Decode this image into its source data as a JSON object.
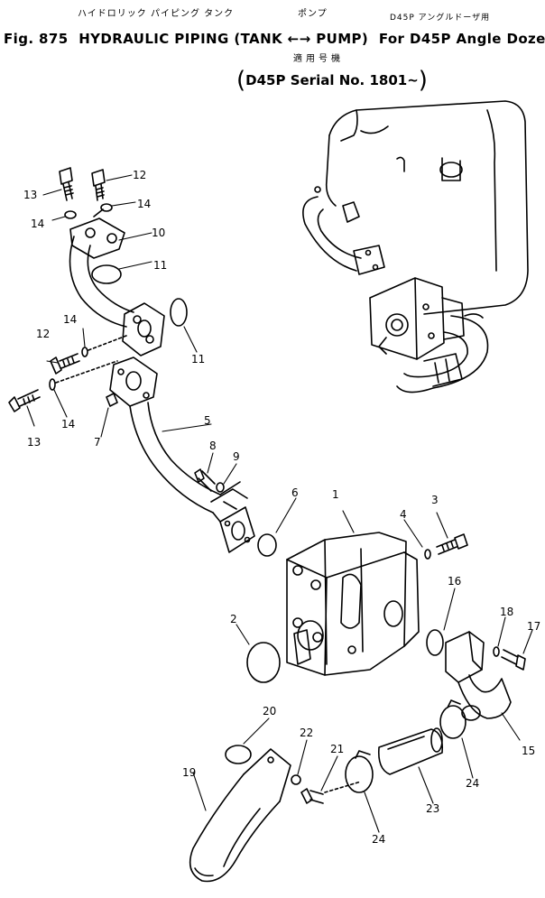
{
  "header": {
    "jp_title_left": "ハイドロリック パイピング タンク",
    "jp_title_mid": "ポンプ",
    "jp_model": "D45P アングルドーザ用",
    "fig_number": "Fig. 875",
    "title_main": "HYDRAULIC PIPING (TANK ←→ PUMP)",
    "title_for": "For D45P Angle Dozer",
    "serial_jp": "適用号機",
    "serial_text": "D45P Serial No. 1801~"
  },
  "part_labels": [
    "1",
    "2",
    "3",
    "4",
    "5",
    "6",
    "7",
    "8",
    "9",
    "10",
    "11",
    "11",
    "12",
    "12",
    "13",
    "13",
    "14",
    "14",
    "14",
    "14",
    "15",
    "16",
    "17",
    "18",
    "19",
    "20",
    "21",
    "22",
    "23",
    "24",
    "24"
  ]
}
